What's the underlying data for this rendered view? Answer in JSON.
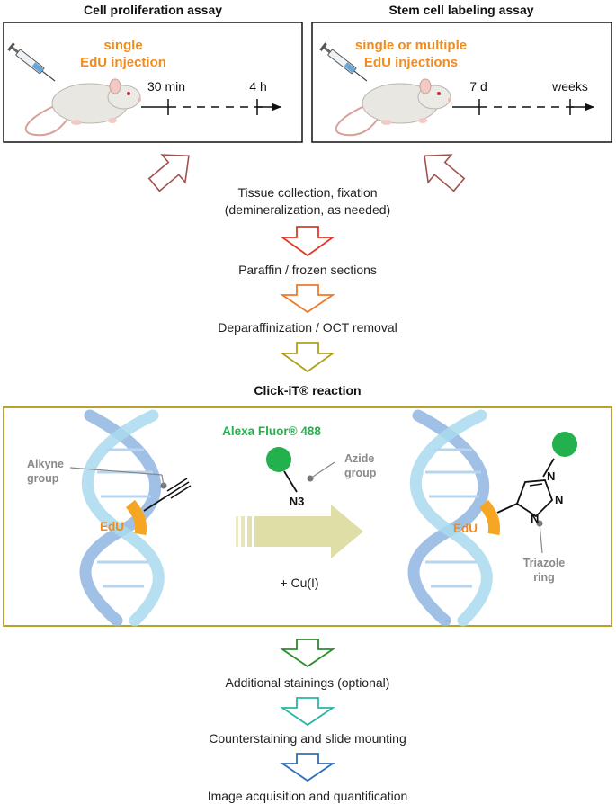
{
  "assays": {
    "left": {
      "title": "Cell proliferation assay",
      "injection_line1": "single",
      "injection_line2": "EdU injection",
      "t1": "30 min",
      "t2": "4 h"
    },
    "right": {
      "title": "Stem cell labeling assay",
      "injection_line1": "single or multiple",
      "injection_line2": "EdU injections",
      "t1": "7 d",
      "t2": "weeks"
    }
  },
  "steps": {
    "tissue_line1": "Tissue collection, fixation",
    "tissue_line2": "(demineralization, as needed)",
    "sections": "Paraffin / frozen sections",
    "deparaffinization": "Deparaffinization / OCT removal",
    "click": "Click-iT® reaction",
    "additional": "Additional stainings (optional)",
    "counterstaining": "Counterstaining and slide mounting",
    "imaging": "Image acquisition and quantification"
  },
  "reaction": {
    "fluor": "Alexa Fluor® 488",
    "alkyne_line1": "Alkyne",
    "alkyne_line2": "group",
    "azide_line1": "Azide",
    "azide_line2": "group",
    "n3": "N3",
    "catalyst": "+ Cu(I)",
    "edu_left": "EdU",
    "edu_right": "EdU",
    "n1": "N",
    "n2": "N",
    "n3_ring": "N",
    "triazole_line1": "Triazole",
    "triazole_line2": "ring"
  },
  "colors": {
    "orange": "#f08c1e",
    "green": "#22b14c",
    "arrow_brown": "#a0524f",
    "arrow_red": "#e03a2a",
    "arrow_orange": "#ee7b2c",
    "arrow_olive": "#b0a01a",
    "arrow_green": "#2e8b2e",
    "arrow_teal": "#2bb5a8",
    "arrow_blue": "#2f6fb7",
    "reaction_border": "#b8a22a"
  }
}
